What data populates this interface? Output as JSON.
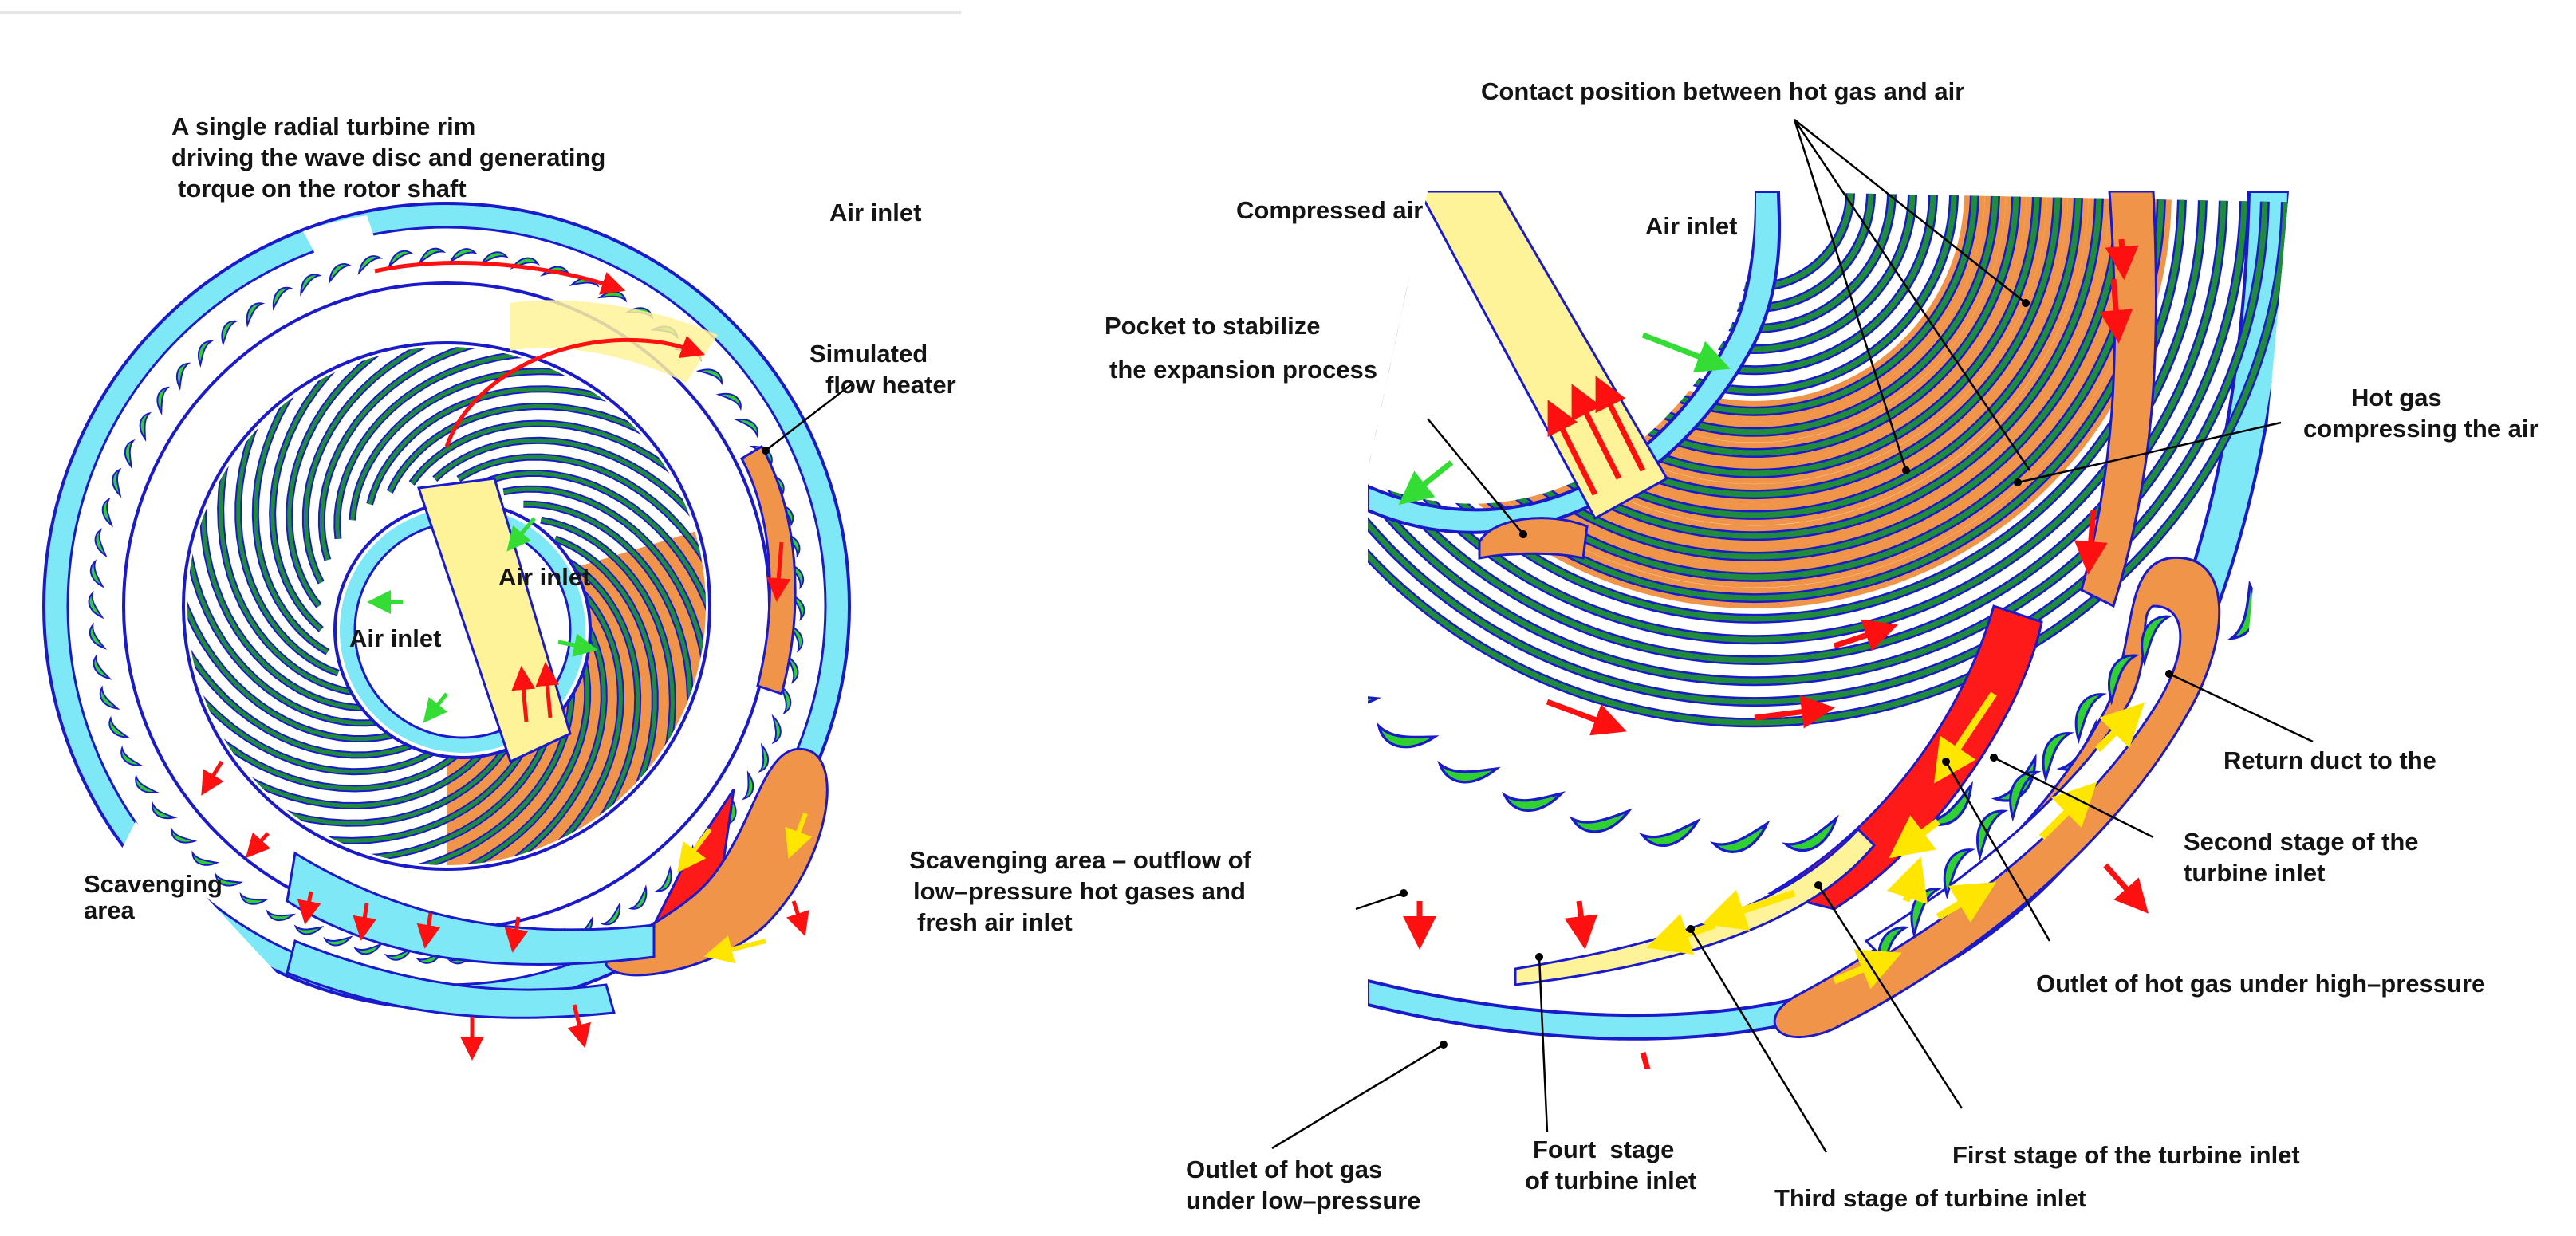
{
  "left_labels": {
    "turbine_rim": [
      "A single radial turbine rim",
      "driving the wave disc and generating",
      "torque on the rotor shaft"
    ],
    "air_inlet_top": "Air inlet",
    "simulated_heater": [
      "Simulated",
      "flow heater"
    ],
    "air_inlet_center_right": "Air inlet",
    "air_inlet_center_left": "Air inlet",
    "scavenging": [
      "Scavenging",
      "area"
    ]
  },
  "right_labels": {
    "contact_position": "Contact position between hot gas and air",
    "compressed_air": "Compressed air",
    "air_inlet": "Air inlet",
    "pocket": [
      "Pocket to stabilize",
      "the expansion process"
    ],
    "hot_gas_compressing": [
      "Hot gas",
      "compressing the air"
    ],
    "return_duct": "Return duct to the",
    "second_stage": [
      "Second stage of the",
      "turbine inlet"
    ],
    "scavenging_outflow": [
      "Scavenging area – outflow of",
      "low–pressure hot gases and",
      "fresh air inlet"
    ],
    "outlet_high_pressure": "Outlet of hot gas under high–pressure",
    "first_stage": "First stage of the turbine inlet",
    "fourth_stage": [
      "Fourt  stage",
      "of turbine inlet"
    ],
    "third_stage": "Third stage of turbine inlet",
    "outlet_low_pressure": [
      "Outlet of hot gas",
      "under low–pressure"
    ]
  },
  "colors": {
    "casing_cyan": "#7ee8f6",
    "outline_blue": "#1a1acc",
    "channel_green": "#1e8c3a",
    "hot_gas_orange": "#f0944a",
    "high_pressure_red": "#ff1a1a",
    "air_yellow": "#fff39a",
    "blade_green": "#2fd12f",
    "arrow_red": "#ff1010",
    "arrow_green": "#33dd33",
    "arrow_yellow": "#ffe600"
  }
}
